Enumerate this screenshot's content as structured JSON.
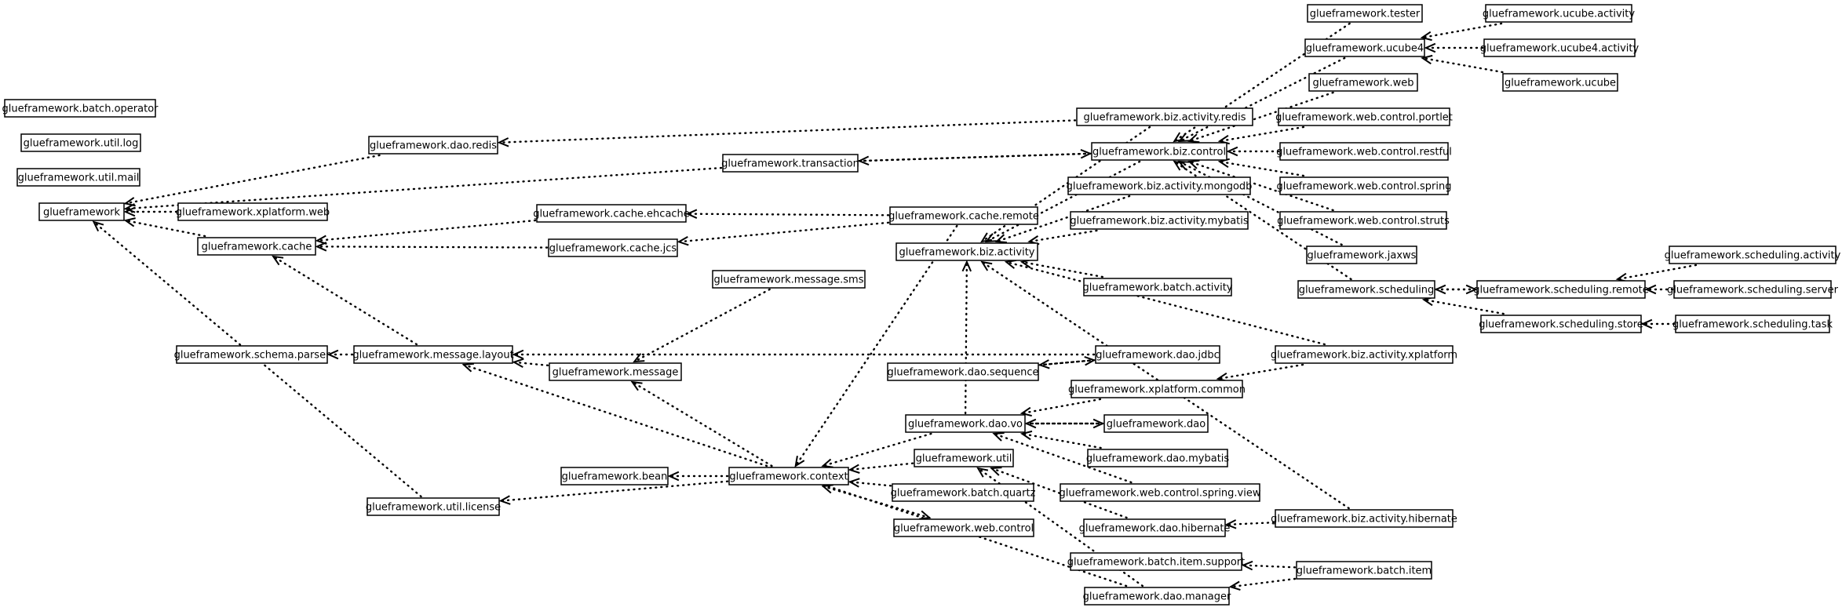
{
  "diagram": {
    "nodes": [
      {
        "id": "batch_operator",
        "label": "glueframework.batch.operator"
      },
      {
        "id": "util_log",
        "label": "glueframework.util.log"
      },
      {
        "id": "util_mail",
        "label": "glueframework.util.mail"
      },
      {
        "id": "glue",
        "label": "glueframework"
      },
      {
        "id": "xplatform_web",
        "label": "glueframework.xplatform.web"
      },
      {
        "id": "cache",
        "label": "glueframework.cache"
      },
      {
        "id": "schema_parser",
        "label": "glueframework.schema.parser"
      },
      {
        "id": "util_license",
        "label": "glueframework.util.license"
      },
      {
        "id": "dao_redis",
        "label": "glueframework.dao.redis"
      },
      {
        "id": "message_layout",
        "label": "glueframework.message.layout"
      },
      {
        "id": "transaction",
        "label": "glueframework.transaction"
      },
      {
        "id": "cache_ehcache",
        "label": "glueframework.cache.ehcache"
      },
      {
        "id": "cache_jcs",
        "label": "glueframework.cache.jcs"
      },
      {
        "id": "message_sms",
        "label": "glueframework.message.sms"
      },
      {
        "id": "message",
        "label": "glueframework.message"
      },
      {
        "id": "bean",
        "label": "glueframework.bean"
      },
      {
        "id": "context",
        "label": "glueframework.context"
      },
      {
        "id": "cache_remote",
        "label": "glueframework.cache.remote"
      },
      {
        "id": "biz_activity",
        "label": "glueframework.biz.activity"
      },
      {
        "id": "dao_sequence",
        "label": "glueframework.dao.sequence"
      },
      {
        "id": "dao_vo",
        "label": "glueframework.dao.vo"
      },
      {
        "id": "util",
        "label": "glueframework.util"
      },
      {
        "id": "batch_quartz",
        "label": "glueframework.batch.quartz"
      },
      {
        "id": "web_control",
        "label": "glueframework.web.control"
      },
      {
        "id": "biz_activity_redis",
        "label": "glueframework.biz.activity.redis"
      },
      {
        "id": "biz_control",
        "label": "glueframework.biz.control"
      },
      {
        "id": "biz_activity_mongodb",
        "label": "glueframework.biz.activity.mongodb"
      },
      {
        "id": "biz_activity_mybatis",
        "label": "glueframework.biz.activity.mybatis"
      },
      {
        "id": "batch_activity",
        "label": "glueframework.batch.activity"
      },
      {
        "id": "dao_jdbc",
        "label": "glueframework.dao.jdbc"
      },
      {
        "id": "xplatform_common",
        "label": "glueframework.xplatform.common"
      },
      {
        "id": "dao",
        "label": "glueframework.dao"
      },
      {
        "id": "dao_mybatis",
        "label": "glueframework.dao.mybatis"
      },
      {
        "id": "web_control_spring_view",
        "label": "glueframework.web.control.spring.view"
      },
      {
        "id": "dao_hibernate",
        "label": "glueframework.dao.hibernate"
      },
      {
        "id": "batch_item_support",
        "label": "glueframework.batch.item.support"
      },
      {
        "id": "dao_manager",
        "label": "glueframework.dao.manager"
      },
      {
        "id": "tester",
        "label": "glueframework.tester"
      },
      {
        "id": "ucube4",
        "label": "glueframework.ucube4"
      },
      {
        "id": "web",
        "label": "glueframework.web"
      },
      {
        "id": "web_control_portlet",
        "label": "glueframework.web.control.portlet"
      },
      {
        "id": "web_control_restful",
        "label": "glueframework.web.control.restful"
      },
      {
        "id": "web_control_spring",
        "label": "glueframework.web.control.spring"
      },
      {
        "id": "web_control_struts",
        "label": "glueframework.web.control.struts"
      },
      {
        "id": "jaxws",
        "label": "glueframework.jaxws"
      },
      {
        "id": "scheduling",
        "label": "glueframework.scheduling"
      },
      {
        "id": "biz_activity_xplatform",
        "label": "glueframework.biz.activity.xplatform"
      },
      {
        "id": "biz_activity_hibernate",
        "label": "glueframework.biz.activity.hibernate"
      },
      {
        "id": "batch_item",
        "label": "glueframework.batch.item"
      },
      {
        "id": "ucube_activity",
        "label": "glueframework.ucube.activity"
      },
      {
        "id": "ucube4_activity",
        "label": "glueframework.ucube4.activity"
      },
      {
        "id": "ucube",
        "label": "glueframework.ucube"
      },
      {
        "id": "scheduling_remote",
        "label": "glueframework.scheduling.remote"
      },
      {
        "id": "scheduling_store",
        "label": "glueframework.scheduling.store"
      },
      {
        "id": "scheduling_activity",
        "label": "glueframework.scheduling.activity"
      },
      {
        "id": "scheduling_server",
        "label": "glueframework.scheduling.server"
      },
      {
        "id": "scheduling_task",
        "label": "glueframework.scheduling.task"
      }
    ],
    "edges": [
      {
        "from": "dao_redis",
        "to": "glue"
      },
      {
        "from": "transaction",
        "to": "glue"
      },
      {
        "from": "xplatform_web",
        "to": "glue"
      },
      {
        "from": "cache",
        "to": "glue"
      },
      {
        "from": "util_license",
        "to": "glue"
      },
      {
        "from": "cache_ehcache",
        "to": "cache"
      },
      {
        "from": "cache_jcs",
        "to": "cache"
      },
      {
        "from": "message_layout",
        "to": "cache"
      },
      {
        "from": "message_layout",
        "to": "schema_parser"
      },
      {
        "from": "message",
        "to": "message_layout"
      },
      {
        "from": "dao_jdbc",
        "to": "message_layout"
      },
      {
        "from": "message_sms",
        "to": "message"
      },
      {
        "from": "context",
        "to": "message"
      },
      {
        "from": "context",
        "to": "bean"
      },
      {
        "from": "context",
        "to": "util_license"
      },
      {
        "from": "cache_remote",
        "to": "cache_ehcache"
      },
      {
        "from": "cache_remote",
        "to": "cache_jcs"
      },
      {
        "from": "cache_remote",
        "to": "context"
      },
      {
        "from": "biz_activity_redis",
        "to": "dao_redis"
      },
      {
        "from": "biz_control",
        "to": "transaction"
      },
      {
        "from": "transaction",
        "to": "biz_control"
      },
      {
        "from": "biz_control",
        "to": "biz_activity"
      },
      {
        "from": "biz_activity_redis",
        "to": "biz_activity"
      },
      {
        "from": "biz_activity_mongodb",
        "to": "biz_activity"
      },
      {
        "from": "biz_activity_mybatis",
        "to": "biz_activity"
      },
      {
        "from": "batch_activity",
        "to": "biz_activity"
      },
      {
        "from": "biz_activity_xplatform",
        "to": "biz_activity"
      },
      {
        "from": "biz_activity_hibernate",
        "to": "biz_activity"
      },
      {
        "from": "dao_sequence",
        "to": "dao_jdbc"
      },
      {
        "from": "dao_jdbc",
        "to": "dao_sequence"
      },
      {
        "from": "xplatform_common",
        "to": "dao_vo"
      },
      {
        "from": "dao",
        "to": "dao_vo"
      },
      {
        "from": "dao_vo",
        "to": "dao"
      },
      {
        "from": "dao_mybatis",
        "to": "dao_vo"
      },
      {
        "from": "web_control_spring_view",
        "to": "dao_vo"
      },
      {
        "from": "dao_vo",
        "to": "context"
      },
      {
        "from": "util",
        "to": "context"
      },
      {
        "from": "batch_quartz",
        "to": "context"
      },
      {
        "from": "web_control",
        "to": "context"
      },
      {
        "from": "context",
        "to": "web_control"
      },
      {
        "from": "dao_hibernate",
        "to": "util"
      },
      {
        "from": "dao_manager",
        "to": "util"
      },
      {
        "from": "dao_manager",
        "to": "message_layout"
      },
      {
        "from": "biz_activity_xplatform",
        "to": "xplatform_common"
      },
      {
        "from": "biz_activity_hibernate",
        "to": "dao_hibernate"
      },
      {
        "from": "batch_item",
        "to": "batch_item_support"
      },
      {
        "from": "batch_item",
        "to": "dao_manager"
      },
      {
        "from": "tester",
        "to": "biz_control"
      },
      {
        "from": "ucube4",
        "to": "biz_control"
      },
      {
        "from": "web",
        "to": "biz_control"
      },
      {
        "from": "web_control_portlet",
        "to": "biz_control"
      },
      {
        "from": "web_control_restful",
        "to": "biz_control"
      },
      {
        "from": "web_control_spring",
        "to": "biz_control"
      },
      {
        "from": "web_control_struts",
        "to": "biz_control"
      },
      {
        "from": "jaxws",
        "to": "biz_control"
      },
      {
        "from": "scheduling",
        "to": "biz_control"
      },
      {
        "from": "ucube_activity",
        "to": "ucube4"
      },
      {
        "from": "ucube4_activity",
        "to": "ucube4"
      },
      {
        "from": "ucube",
        "to": "ucube4"
      },
      {
        "from": "scheduling_remote",
        "to": "scheduling"
      },
      {
        "from": "scheduling",
        "to": "scheduling_remote"
      },
      {
        "from": "scheduling_store",
        "to": "scheduling"
      },
      {
        "from": "scheduling_activity",
        "to": "scheduling_remote"
      },
      {
        "from": "scheduling_server",
        "to": "scheduling_remote"
      },
      {
        "from": "scheduling_task",
        "to": "scheduling_store"
      },
      {
        "from": "dao_vo",
        "to": "biz_activity"
      }
    ]
  }
}
